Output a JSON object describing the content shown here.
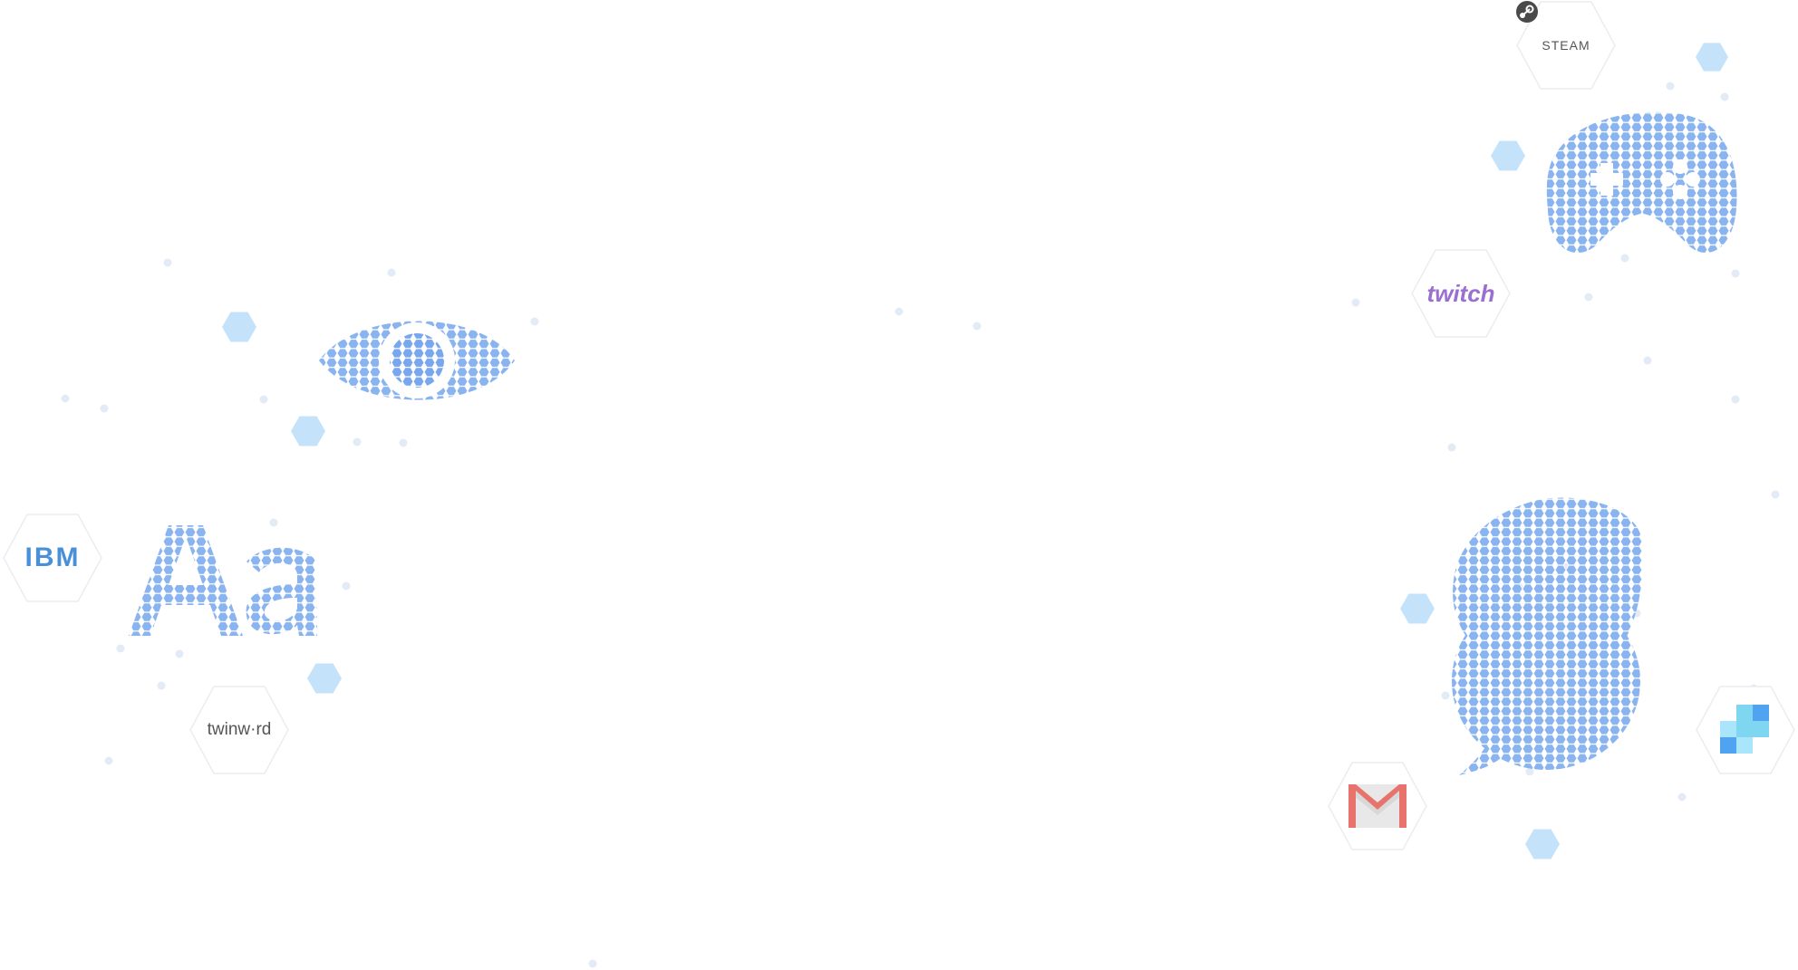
{
  "logos": {
    "steam": {
      "label": "STEAM"
    },
    "twitch": {
      "label": "twitch",
      "color": "#9b6fd0"
    },
    "ibm": {
      "label": "IBM",
      "color": "#4a90d9"
    },
    "twinword": {
      "label": "twinw·rd"
    },
    "gmail": {
      "colors": [
        "#e8736c",
        "#d8d8d8"
      ]
    },
    "blocks": {
      "colors": [
        "#4fa3f0",
        "#7fd6f0",
        "#a9e6fb"
      ]
    }
  },
  "glyphs": {
    "letters": "Aa"
  },
  "colors": {
    "hex_fill": "#8ab4f0",
    "hex_dark": "#6f9fe8",
    "light_hex": "#c4e3fb",
    "dot": "#e3ebf7"
  }
}
